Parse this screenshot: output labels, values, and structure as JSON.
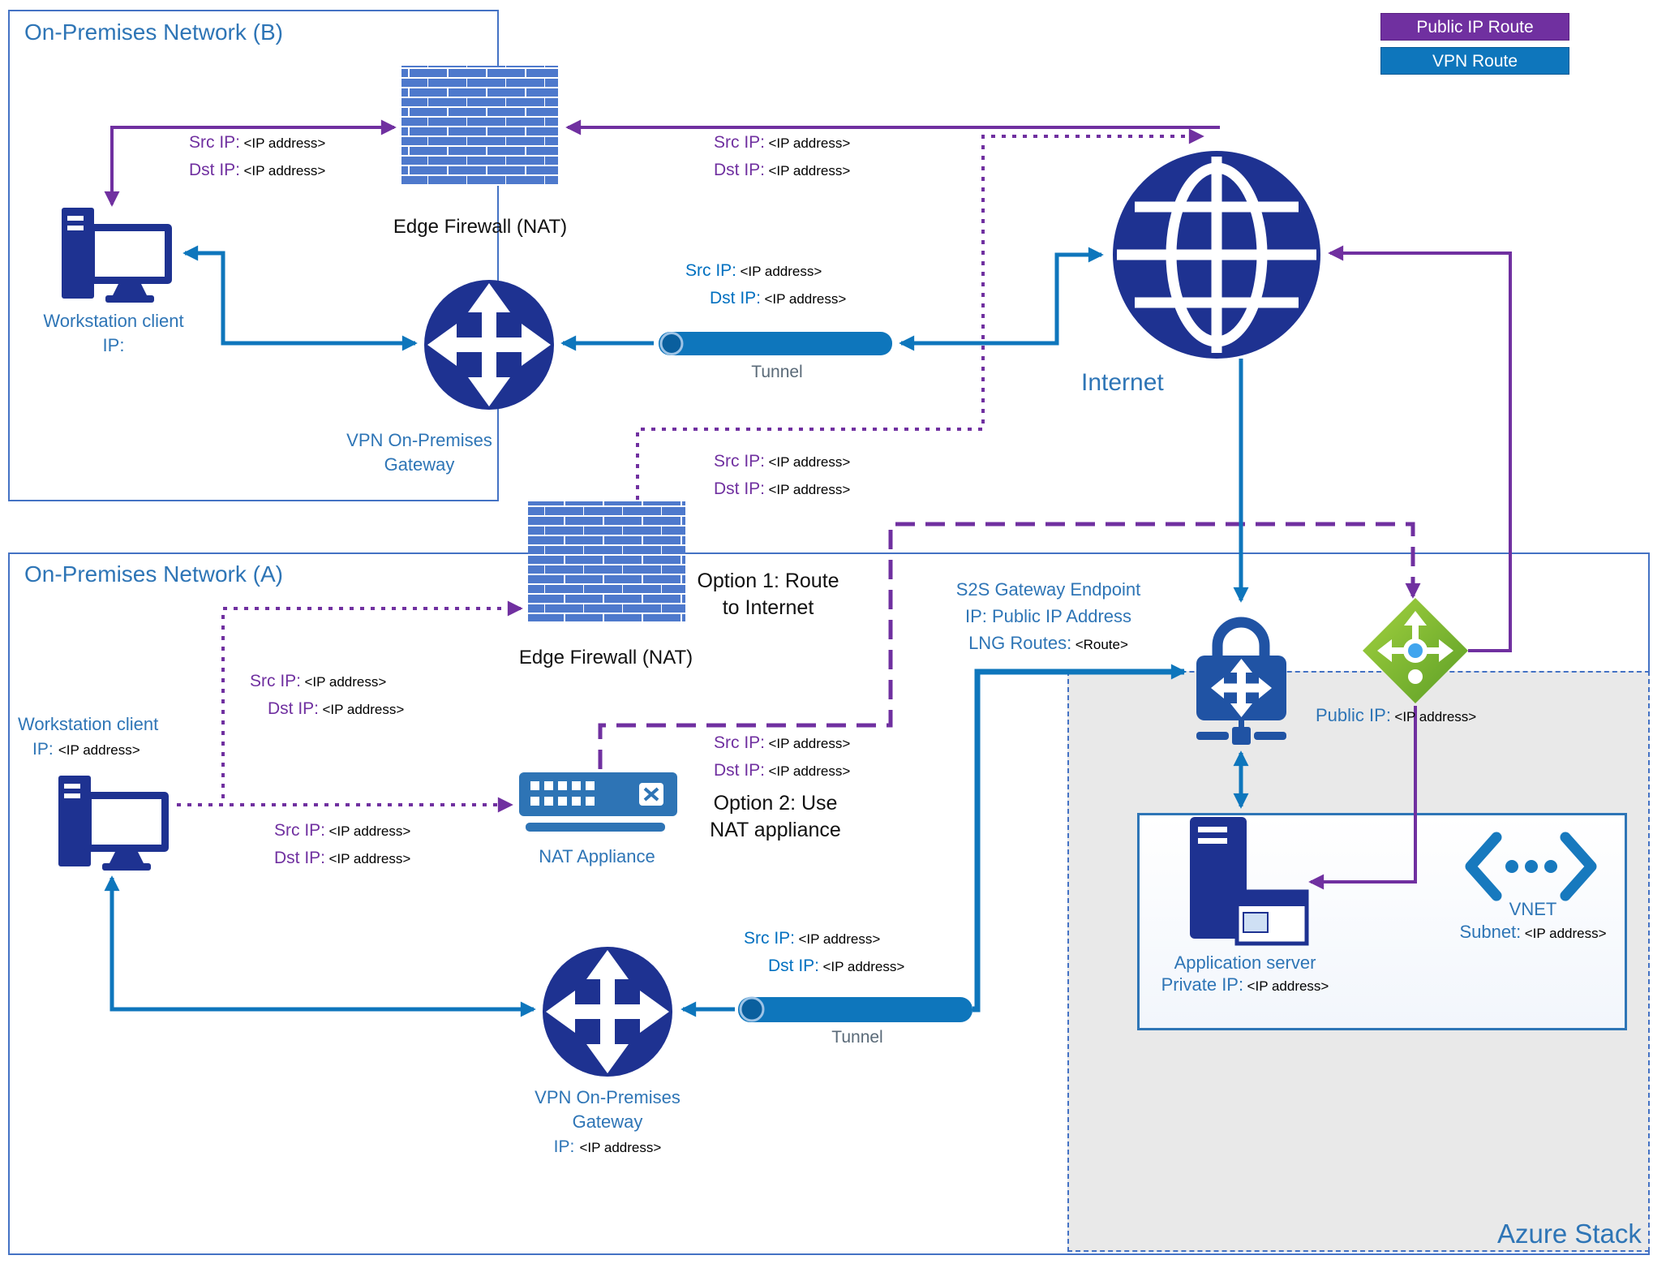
{
  "legend": {
    "public_ip_route": "Public IP Route",
    "vpn_route": "VPN Route"
  },
  "shared": {
    "src_label": "Src IP:",
    "dst_label": "Dst IP:",
    "ip_value": "<IP address>",
    "ip_label": "IP:",
    "edge_firewall_label": "Edge Firewall (NAT)",
    "workstation_label": "Workstation client",
    "vpn_gateway_line1": "VPN On-Premises",
    "vpn_gateway_line2": "Gateway",
    "tunnel_label": "Tunnel"
  },
  "network_b": {
    "title": "On-Premises Network (B)"
  },
  "network_a": {
    "title": "On-Premises Network (A)"
  },
  "internet_label": "Internet",
  "options": {
    "option1_line1": "Option 1: Route",
    "option1_line2": "to Internet",
    "option2_line1": "Option 2: Use",
    "option2_line2": "NAT appliance"
  },
  "nat_appliance_label": "NAT Appliance",
  "s2s": {
    "line1": "S2S Gateway Endpoint",
    "line2": "IP: Public IP Address",
    "routes_label": "LNG Routes:",
    "routes_value": "<Route>"
  },
  "azure": {
    "stack_label": "Azure Stack",
    "public_ip_label": "Public IP:",
    "public_ip_value": "<IP address>",
    "app_server_label": "Application server",
    "private_ip_label": "Private IP:",
    "private_ip_value": "<IP address>",
    "vnet_label": "VNET",
    "subnet_label": "Subnet:",
    "subnet_value": "<IP address>"
  },
  "colors": {
    "public_ip_route": "#7030A0",
    "vpn_route": "#0E76BC",
    "icon_navy": "#1E3291",
    "diagram_blue_text": "#2E75B6",
    "public_ip_green": "#7FBA00"
  }
}
